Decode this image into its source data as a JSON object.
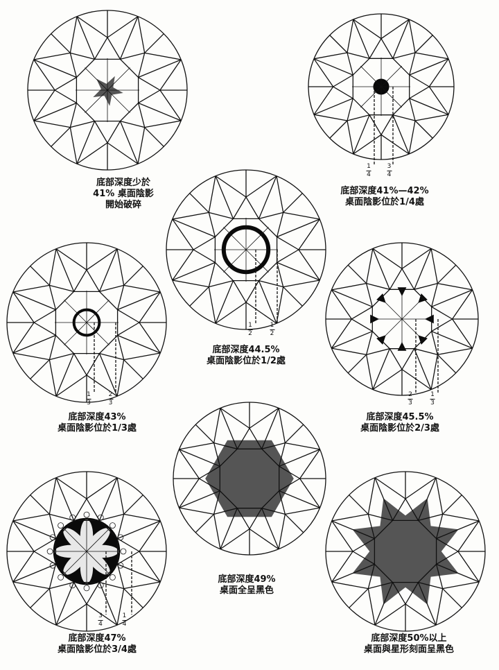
{
  "diagrams": [
    {
      "id": "d1",
      "pattern": "broken",
      "caption": [
        "底部深度少於",
        "41% 桌面陰影",
        "開始破碎"
      ],
      "fractions": []
    },
    {
      "id": "d2",
      "pattern": "dot",
      "caption": [
        "底部深度41%—42%",
        "桌面陰影位於1/4處"
      ],
      "fractions": [
        {
          "num": "1",
          "den": "4"
        },
        {
          "num": "3",
          "den": "4"
        }
      ]
    },
    {
      "id": "d3",
      "pattern": "ring",
      "caption": [
        "底部深度44.5%",
        "桌面陰影位於1/2處"
      ],
      "fractions": [
        {
          "num": "1",
          "den": "2"
        },
        {
          "num": "1",
          "den": "2"
        }
      ]
    },
    {
      "id": "d4",
      "pattern": "small-ring",
      "caption": [
        "底部深度43%",
        "桌面陰影位於1/3處"
      ],
      "fractions": [
        {
          "num": "1",
          "den": "3"
        },
        {
          "num": "2",
          "den": "3"
        }
      ]
    },
    {
      "id": "d5",
      "pattern": "triangles",
      "caption": [
        "底部深度45.5%",
        "桌面陰影位於2/3處"
      ],
      "fractions": [
        {
          "num": "2",
          "den": "3"
        },
        {
          "num": "1",
          "den": "3"
        }
      ]
    },
    {
      "id": "d6",
      "pattern": "full",
      "caption": [
        "底部深度49%",
        "桌面全呈黑色"
      ],
      "fractions": []
    },
    {
      "id": "d7",
      "pattern": "flower",
      "caption": [
        "底部深度47%",
        "桌面陰影位於3/4處"
      ],
      "fractions": [
        {
          "num": "3",
          "den": "4"
        },
        {
          "num": "1",
          "den": "4"
        }
      ]
    },
    {
      "id": "d8",
      "pattern": "star",
      "caption": [
        "底部深度50%以上",
        "桌面與星形刻面呈黑色"
      ],
      "fractions": []
    }
  ],
  "colors": {
    "line": "#111111",
    "shade": "#555555",
    "dark": "#0a0a0a"
  }
}
